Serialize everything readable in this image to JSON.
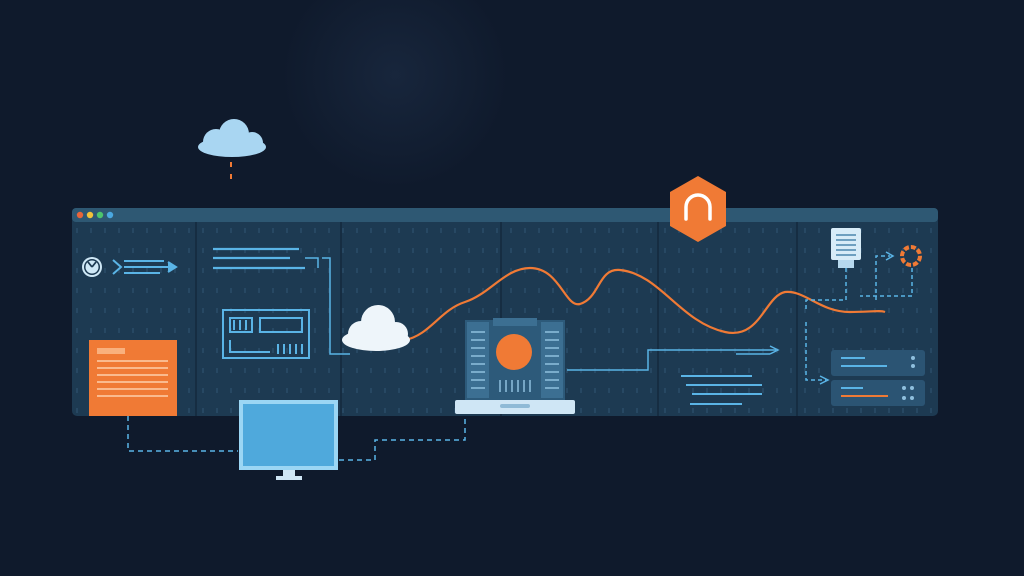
{
  "colors": {
    "background": "#0f1a2c",
    "panel": "#1d3a52",
    "panel_titlebar": "#2e5873",
    "accent_blue": "#5ab4e6",
    "accent_orange": "#f07a35",
    "cloud": "#e9f2f8",
    "cloud_blue": "#a9d6f2"
  },
  "window_controls": [
    {
      "name": "close-dot",
      "color": "#e8643a"
    },
    {
      "name": "minimize-dot",
      "color": "#f3c13a"
    },
    {
      "name": "maximize-dot",
      "color": "#4cc46d"
    },
    {
      "name": "extra-dot",
      "color": "#4aa8e0"
    }
  ],
  "icons": {
    "top_cloud": "cloud-icon",
    "hex_badge": "hexagon-arch-icon",
    "clock": "clock-icon",
    "center_cloud": "cloud-icon",
    "server": "server-rack-icon",
    "monitor": "desktop-monitor-icon",
    "document": "orange-document-icon",
    "device": "device-sensor-icon",
    "ring": "orange-ring-icon",
    "laptop": "laptop-icon"
  }
}
